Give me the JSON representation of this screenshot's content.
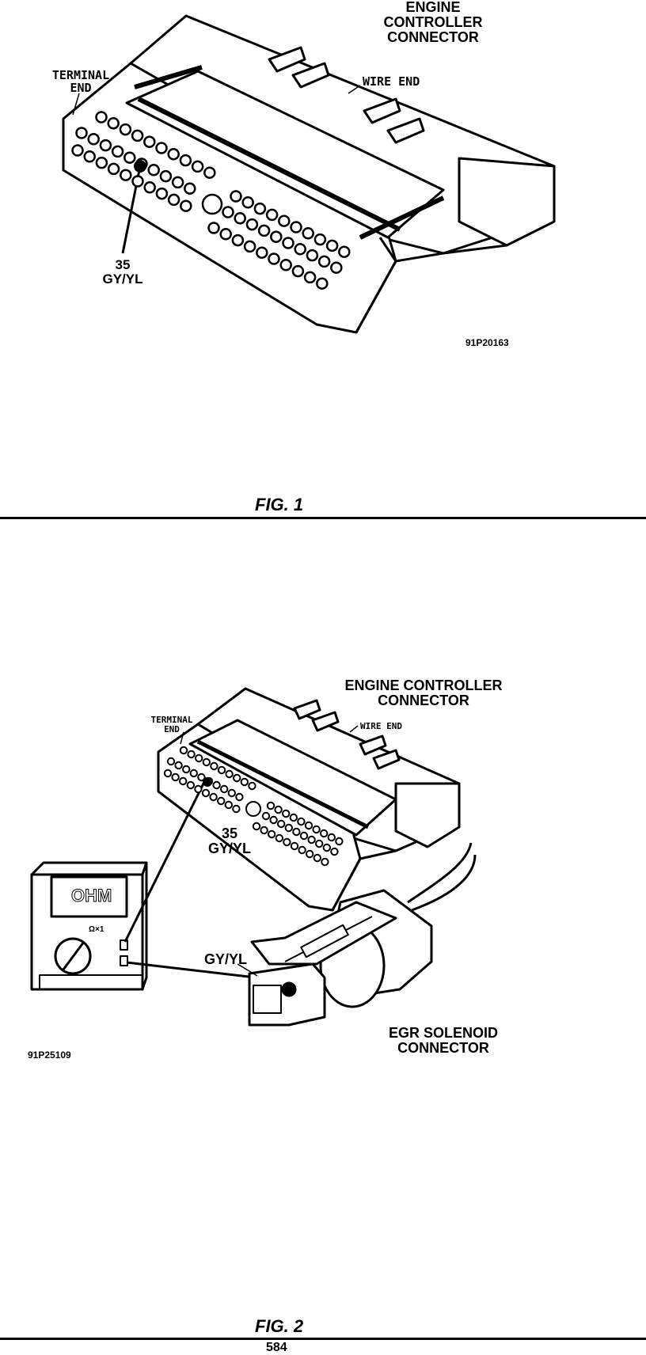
{
  "figure1": {
    "title_lines": [
      "ENGINE",
      "CONTROLLER",
      "CONNECTOR"
    ],
    "terminal_end_lines": [
      "TERMINAL",
      "END"
    ],
    "wire_end": "WIRE END",
    "pin_number": "35",
    "wire_color": "GY/YL",
    "image_code": "91P20163",
    "caption": "FIG. 1"
  },
  "figure2": {
    "title_lines": [
      "ENGINE CONTROLLER",
      "CONNECTOR"
    ],
    "terminal_end_lines": [
      "TERMINAL",
      "END"
    ],
    "wire_end": "WIRE END",
    "pin_number": "35",
    "wire_color": "GY/YL",
    "meter_display": "OHM",
    "meter_range": "Ω×1",
    "probe_wire_color": "GY/YL",
    "egr_lines": [
      "EGR SOLENOID",
      "CONNECTOR"
    ],
    "image_code": "91P25109",
    "caption": "FIG. 2"
  },
  "footer": {
    "page_number": "584"
  }
}
